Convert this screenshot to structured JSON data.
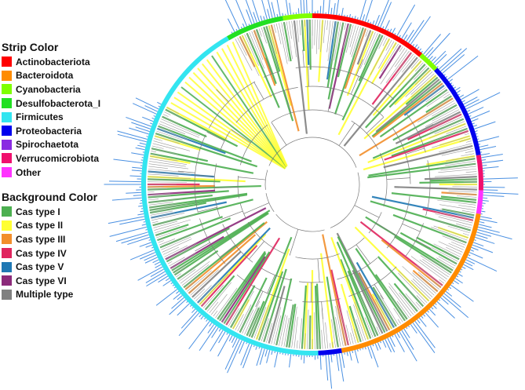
{
  "strip_legend": {
    "title": "Strip Color",
    "items": [
      {
        "label": "Actinobacteriota",
        "color": "#ff0000"
      },
      {
        "label": "Bacteroidota",
        "color": "#ff8c00"
      },
      {
        "label": "Cyanobacteria",
        "color": "#7fff00"
      },
      {
        "label": "Desulfobacterota_I",
        "color": "#22e022"
      },
      {
        "label": "Firmicutes",
        "color": "#33e5f0"
      },
      {
        "label": "Proteobacteria",
        "color": "#0000ee"
      },
      {
        "label": "Spirochaetota",
        "color": "#8a2be2"
      },
      {
        "label": "Verrucomicrobiota",
        "color": "#f0106e"
      },
      {
        "label": "Other",
        "color": "#ff33ff"
      }
    ]
  },
  "background_legend": {
    "title": "Background Color",
    "items": [
      {
        "label": "Cas type I",
        "color": "#4caf50"
      },
      {
        "label": "Cas type II",
        "color": "#ffff33"
      },
      {
        "label": "Cas type III",
        "color": "#f28e2b"
      },
      {
        "label": "Cas type IV",
        "color": "#e0245e"
      },
      {
        "label": "Cas type V",
        "color": "#1f78b4"
      },
      {
        "label": "Cas type VI",
        "color": "#8b2a7a"
      },
      {
        "label": "Multiple type",
        "color": "#808080"
      }
    ]
  },
  "tree": {
    "branch_color": "#9a9a9a",
    "bar_color": "#4a90e2"
  }
}
